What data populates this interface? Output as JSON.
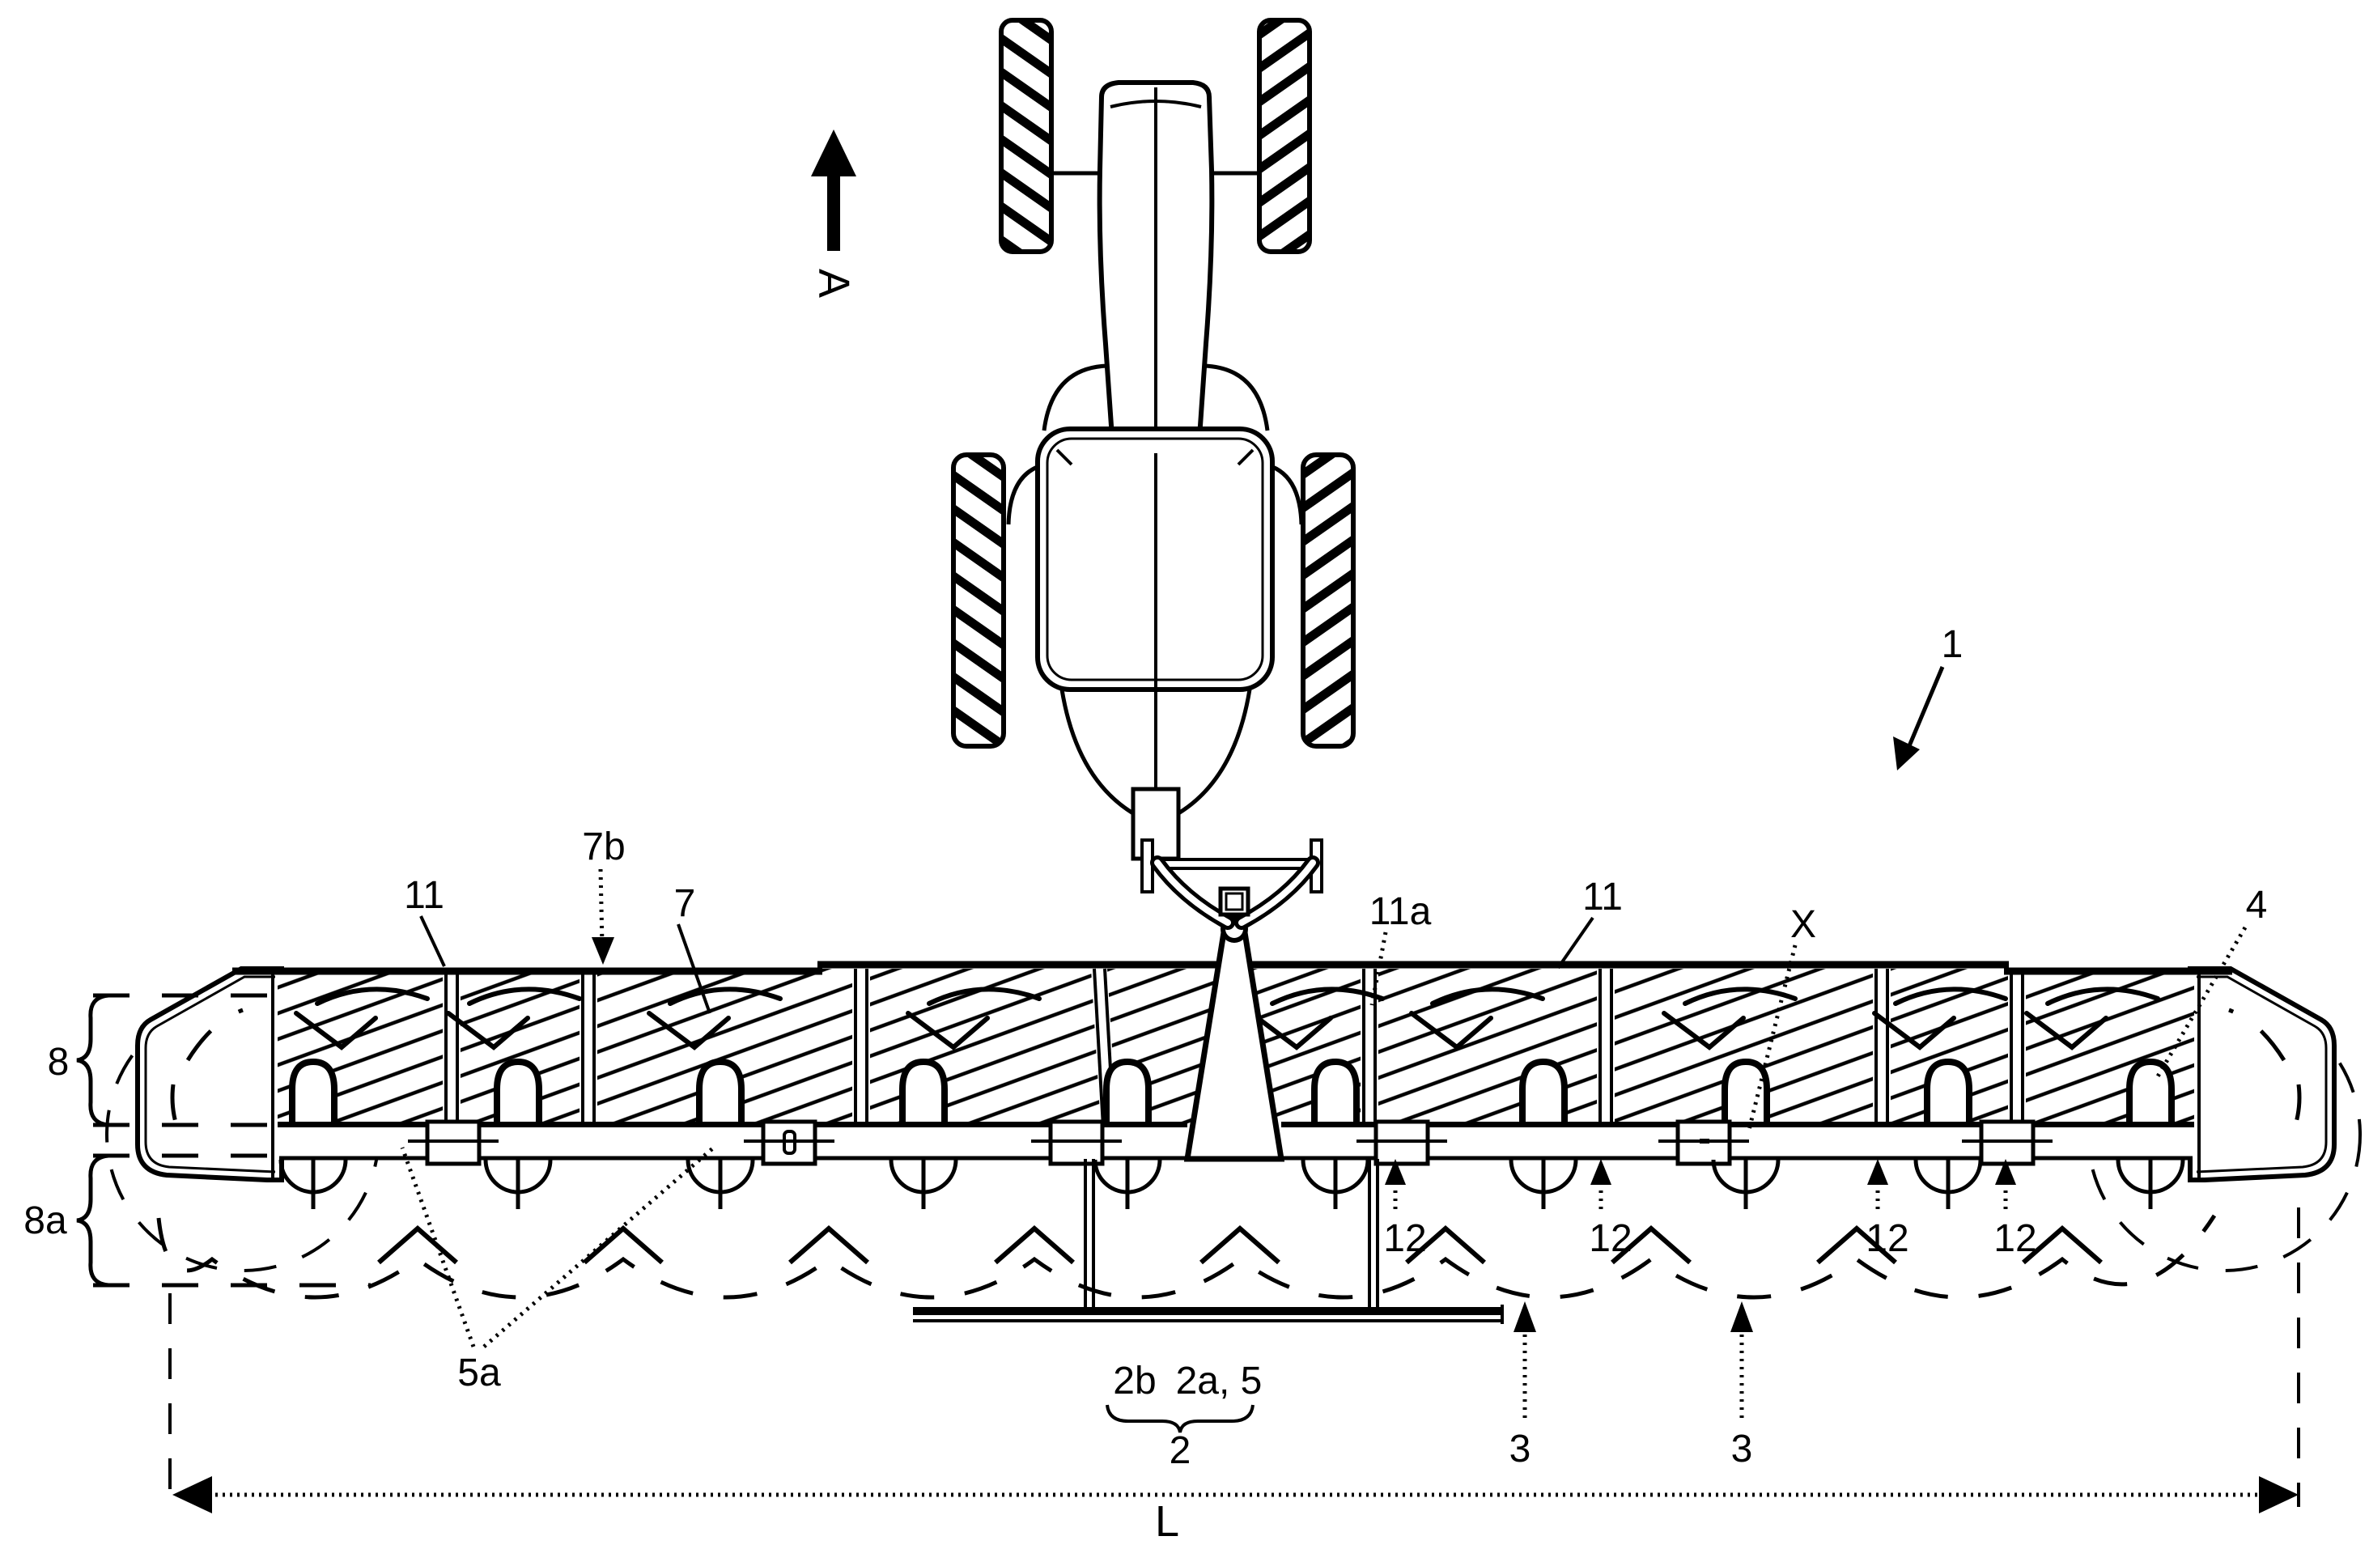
{
  "figure": {
    "background": "#ffffff",
    "line_color": "#000000",
    "labels": {
      "direction": "A",
      "ref1": "1",
      "ref2": "2",
      "ref2a5": "2a, 5",
      "ref2b": "2b",
      "ref3": "3",
      "ref4": "4",
      "ref5a": "5a",
      "ref7": "7",
      "ref7b": "7b",
      "ref8": "8",
      "ref8a": "8a",
      "ref11": "11",
      "ref11a": "11a",
      "ref12": "12",
      "refX": "X",
      "refL": "L"
    }
  }
}
